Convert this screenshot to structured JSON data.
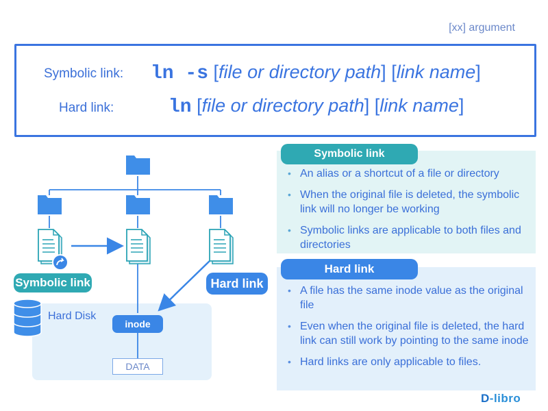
{
  "legend_note": "[xx] argument",
  "syntax": {
    "symbolic": {
      "label": "Symbolic link:",
      "command": "ln -s",
      "open1": "[",
      "arg1": "file or directory path",
      "close1": "]",
      "open2": "[",
      "arg2": "link name",
      "close2": "]"
    },
    "hard": {
      "label": "Hard link:",
      "command": "ln",
      "open1": "[",
      "arg1": "file or directory path",
      "close1": "]",
      "open2": "[",
      "arg2": "link name",
      "close2": "]"
    }
  },
  "diagram": {
    "symbolic_tag": "Symbolic link",
    "hard_tag": "Hard link",
    "hard_disk_label": "Hard Disk",
    "inode_label": "inode",
    "data_label": "DATA",
    "icons": [
      "folder-icon",
      "file-icon",
      "shortcut-badge-icon",
      "database-icon",
      "arrow-icon"
    ],
    "colors": {
      "primary": "#3a86e6",
      "teal": "#2fa9b3",
      "folder": "#3f8ee8",
      "file": "#2aa3b5"
    }
  },
  "panels": {
    "symbolic": {
      "title": "Symbolic link",
      "bullets": [
        "An alias or a shortcut of a file or directory",
        "When the original file is deleted, the symbolic link will no longer be working",
        "Symbolic links are applicable to both files and directories"
      ]
    },
    "hard": {
      "title": "Hard link",
      "bullets": [
        "A file has the same inode value as the original file",
        "Even when the original file is deleted, the hard link can still work by pointing to the same inode",
        "Hard links are only applicable to files."
      ]
    }
  },
  "logo": {
    "prefix": "D",
    "rest": "-libro"
  }
}
